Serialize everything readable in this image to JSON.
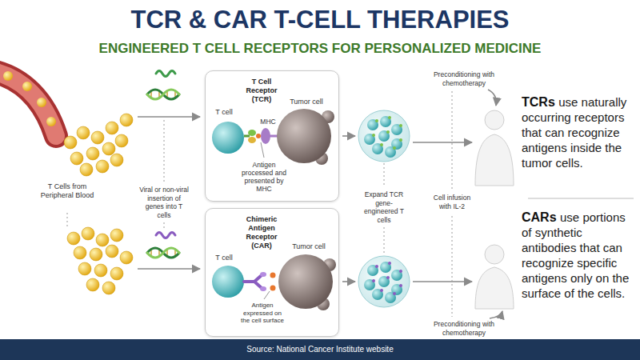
{
  "diagram": {
    "title": "TCR & CAR T-CELL THERAPIES",
    "caption": "Source: National Cancer Institute website",
    "nodes": [
      {
        "text": [
          "T cell",
          "T Cell Receptor (TCR)",
          "MHC",
          "Tumor cell",
          "Antigen processed and presented by MHC"
        ]
      },
      {
        "text": [
          "T cell",
          "Chimeric Antigen Receptor (CAR)",
          "Tumor cell",
          "Antigen expressed on the cell surface"
        ]
      }
    ],
    "labels": [
      "ENGINEERED T CELL RECEPTORS FOR PERSONALIZED MEDICINE",
      "T Cells from Peripheral Blood",
      "Viral or non-viral insertion of genes into T cells",
      "Preconditioning with chemotherapy",
      "Expand TCR gene-engineered T cells",
      "Cell infusion with IL-2",
      "Preconditioning with chemotherapy",
      "TCRs",
      "use naturally occurring receptors that can recognize antigens inside the tumor cells.",
      "CARs",
      "use portions of synthetic antibodies that can recognize specific antigens only on the surface of the cells."
    ]
  }
}
